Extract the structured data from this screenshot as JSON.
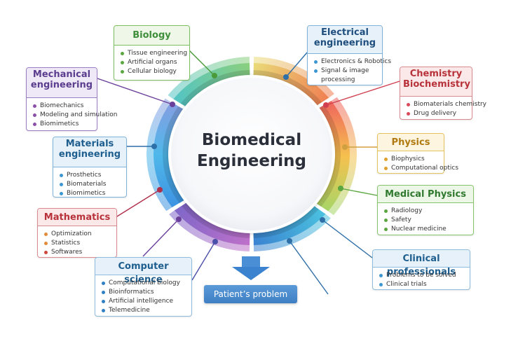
{
  "center": {
    "title_line1": "Biomedical",
    "title_line2": "Engineering"
  },
  "outcome": {
    "label": "Patient’s problem",
    "arrow_icon": "down-arrow-icon",
    "color": "#3e7fc4"
  },
  "disciplines": [
    {
      "id": "biology",
      "title_lines": [
        "Biology"
      ],
      "items": [
        "Tissue engineering",
        "Artificial organs",
        "Cellular biology"
      ],
      "color": "#3f8f3a",
      "header_bg": "#eef7e8",
      "border": "#7bbf5e",
      "dot": "#5aa640"
    },
    {
      "id": "mechanical-engineering",
      "title_lines": [
        "Mechanical",
        "engineering"
      ],
      "items": [
        "Biomechanics",
        "Modeling and simulation",
        "Biomimetics"
      ],
      "color": "#5b3d8f",
      "header_bg": "#efe8f6",
      "border": "#9b7fc4",
      "dot": "#8a4fa8"
    },
    {
      "id": "materials-engineering",
      "title_lines": [
        "Materials",
        "engineering"
      ],
      "items": [
        "Prosthetics",
        "Biomaterials",
        "Biomimetics"
      ],
      "color": "#1f5f8f",
      "header_bg": "#e6f1fa",
      "border": "#7fb3d9",
      "dot": "#3b96d2"
    },
    {
      "id": "mathematics",
      "title_lines": [
        "Mathematics"
      ],
      "items": [
        "Optimization",
        "Statistics",
        "Softwares"
      ],
      "color": "#b8323a",
      "header_bg": "#fbe9ea",
      "border": "#d98a8e",
      "dot_colors": [
        "#e08a3a",
        "#e08a3a",
        "#d0463c"
      ]
    },
    {
      "id": "computer-science",
      "title_lines": [
        "Computer science"
      ],
      "items": [
        "Computational biology",
        "Bioinformatics",
        "Artificial intelligence",
        "Telemedicine"
      ],
      "color": "#1f5f8f",
      "header_bg": "#e6f1fa",
      "border": "#8dbcdc",
      "dot": "#2f7fc4"
    },
    {
      "id": "electrical-engineering",
      "title_lines": [
        "Electrical",
        "engineering"
      ],
      "items": [
        "Electronics & Robotics",
        "Signal & image",
        "processing"
      ],
      "color": "#1f4f7f",
      "header_bg": "#e6f1fa",
      "border": "#7fb3d9",
      "dot": "#3b96d2",
      "continuation_index": 2
    },
    {
      "id": "chemistry-biochemistry",
      "title_lines": [
        "Chemistry",
        "Biochemistry"
      ],
      "items": [
        "Biomaterials chemistry",
        "Drug delivery"
      ],
      "color": "#b8323a",
      "header_bg": "#fbe9ea",
      "border": "#d98a8e",
      "dot": "#d94a5a"
    },
    {
      "id": "physics",
      "title_lines": [
        "Physics"
      ],
      "items": [
        "Biophysics",
        "Computational optics"
      ],
      "color": "#b07a10",
      "header_bg": "#fdf5df",
      "border": "#e3c35c",
      "dot": "#e0a030"
    },
    {
      "id": "medical-physics",
      "title_lines": [
        "Medical Physics"
      ],
      "items": [
        "Radiology",
        "Safety",
        "Nuclear medicine"
      ],
      "color": "#2f7a2f",
      "header_bg": "#ecf7e8",
      "border": "#86c46c",
      "dot": "#5aa640"
    },
    {
      "id": "clinical-professionals",
      "title_lines": [
        "Clinical professionals"
      ],
      "items": [
        "Problems to be solved",
        "Clinical trials"
      ],
      "color": "#1f5f8f",
      "header_bg": "#e6f1fa",
      "border": "#8dbcdc",
      "dot": "#3b96d2"
    }
  ],
  "ring_segments": [
    {
      "name": "green-teal",
      "colors": [
        "#4fc3c9",
        "#8ed07a"
      ]
    },
    {
      "name": "yellow-orange",
      "colors": [
        "#e9e07a",
        "#f07a50"
      ]
    },
    {
      "name": "red-yellow-green",
      "colors": [
        "#ef5a5f",
        "#f5c14e",
        "#9fd86a"
      ]
    },
    {
      "name": "teal-blue",
      "colors": [
        "#4cc6e0",
        "#3a7fd0"
      ]
    },
    {
      "name": "purple-violet",
      "colors": [
        "#c271c9",
        "#7b66c9"
      ]
    },
    {
      "name": "blue-lavender",
      "colors": [
        "#3b8ee0",
        "#4fb8ea",
        "#8b9ae0"
      ]
    }
  ]
}
